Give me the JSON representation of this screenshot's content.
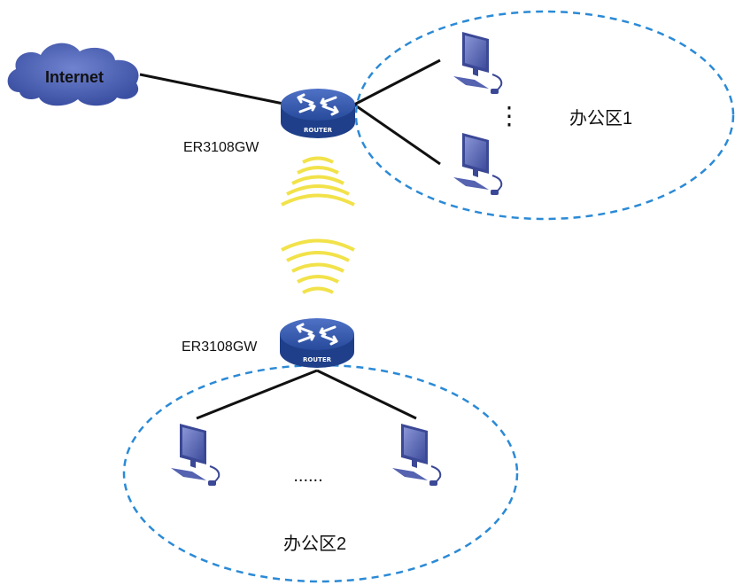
{
  "cloud": {
    "label": "Internet"
  },
  "router_top": {
    "device_label": "ER3108GW",
    "badge": "ROUTER"
  },
  "router_bottom": {
    "device_label": "ER3108GW",
    "badge": "ROUTER"
  },
  "zone1": {
    "label": "办公区1",
    "ellipsis": "⋮"
  },
  "zone2": {
    "label": "办公区2",
    "ellipsis": "......"
  },
  "colors": {
    "cloud": "#4a5fb0",
    "router": "#2f4fa3",
    "dashed_ellipse": "#2b8ad6",
    "wifi": "#f2e24a",
    "pc": "#4b5aa8"
  }
}
